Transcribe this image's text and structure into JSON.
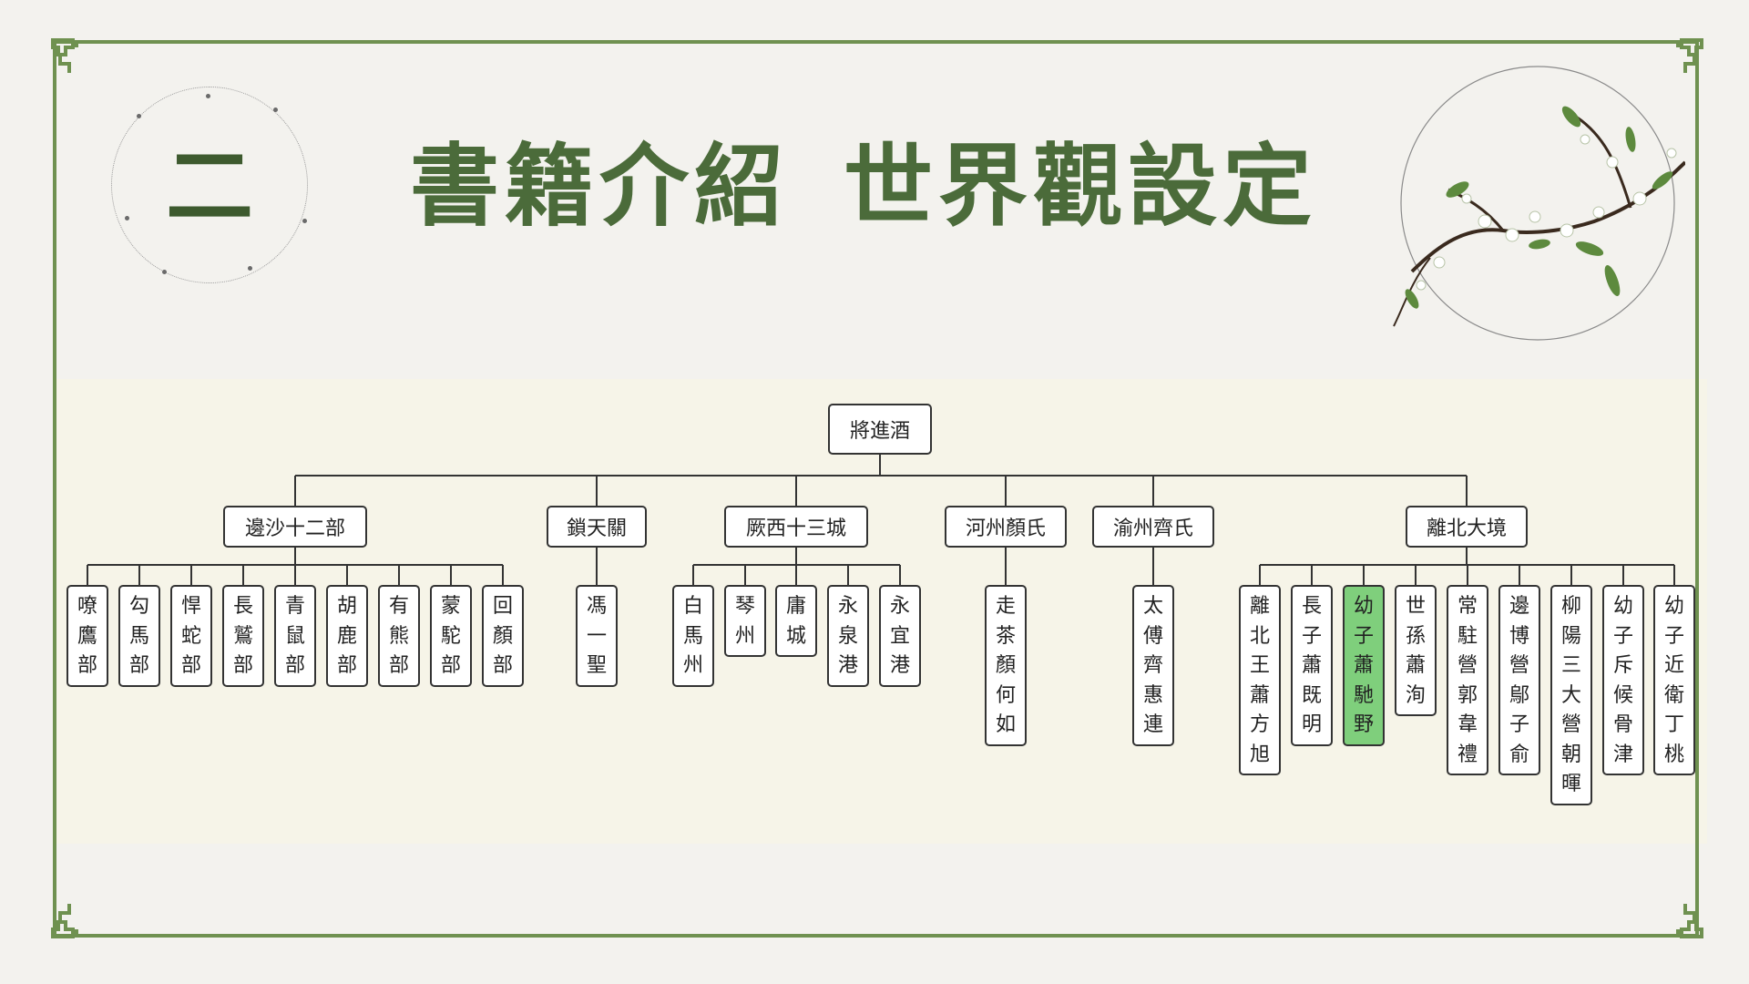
{
  "header": {
    "numeral": "二",
    "title_part1": "書籍介紹",
    "title_part2": "世界觀設定"
  },
  "tree": {
    "root": "將進酒",
    "groups": [
      {
        "label": "邊沙十二部",
        "children": [
          "嘹鷹部",
          "勾馬部",
          "悍蛇部",
          "長鷲部",
          "青鼠部",
          "胡鹿部",
          "有熊部",
          "蒙駝部",
          "回顏部"
        ]
      },
      {
        "label": "鎖天關",
        "children": [
          "馮一聖"
        ]
      },
      {
        "label": "厥西十三城",
        "children": [
          "白馬州",
          "琴州",
          "庸城",
          "永泉港",
          "永宜港"
        ]
      },
      {
        "label": "河州顏氏",
        "children": [
          "走茶顏何如"
        ]
      },
      {
        "label": "渝州齊氏",
        "children": [
          "太傅齊惠連"
        ]
      },
      {
        "label": "離北大境",
        "children": [
          "離北王蕭方旭",
          "長子蕭既明",
          "幼子蕭馳野",
          "世孫蕭洵",
          "常駐營郭韋禮",
          "邊博營鄔子俞",
          "柳陽三大營朝暉",
          "幼子斥候骨津",
          "幼子近衛丁桃"
        ]
      }
    ],
    "highlight": "幼子蕭馳野"
  },
  "colors": {
    "frame": "#6f9150",
    "title": "#4b6b3a",
    "highlight": "#7fcf7c"
  }
}
